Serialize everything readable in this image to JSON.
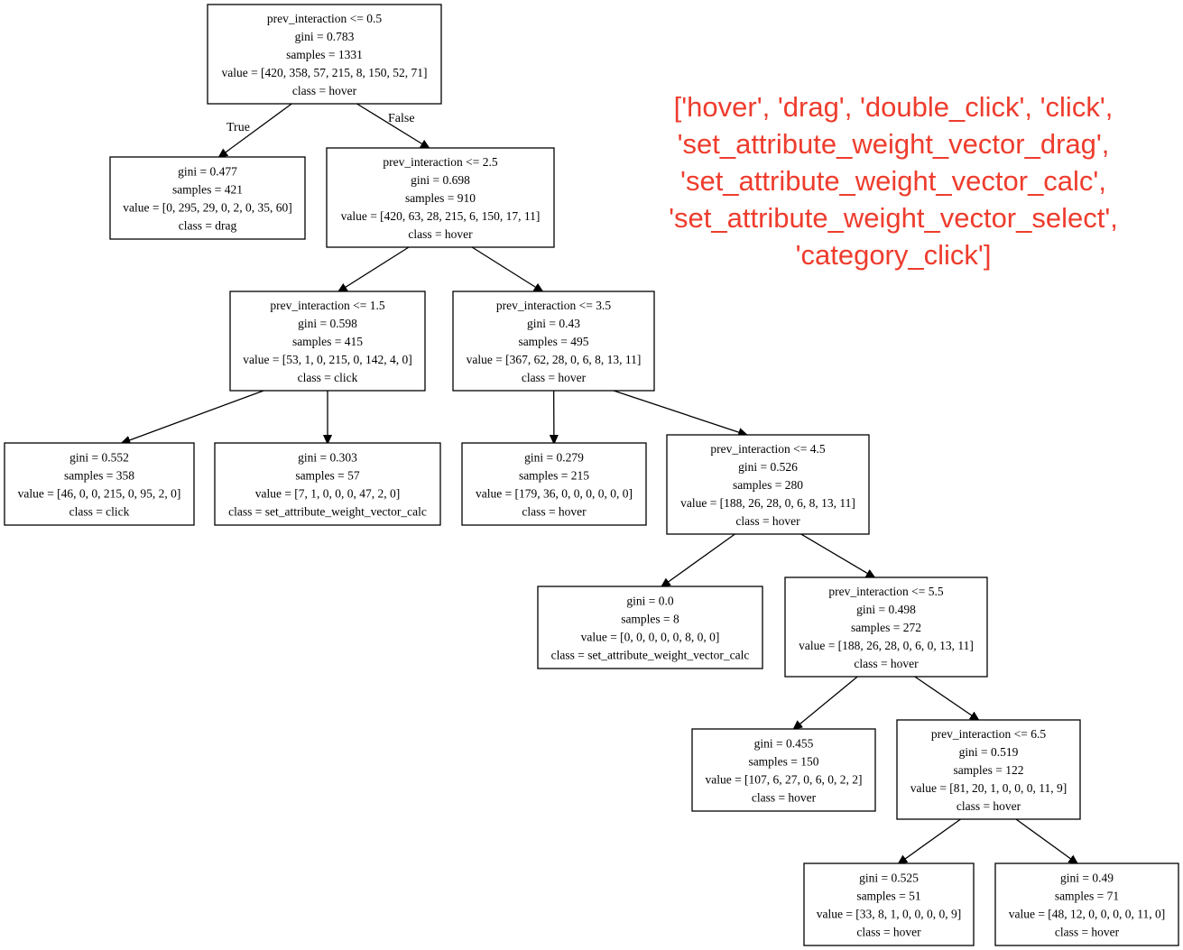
{
  "legend": {
    "color": "#ee3c2d",
    "lines": [
      "['hover', 'drag', 'double_click', 'click',",
      "'set_attribute_weight_vector_drag',",
      "'set_attribute_weight_vector_calc',",
      "'set_attribute_weight_vector_select',",
      "'category_click']"
    ]
  },
  "edge_labels": {
    "true_label": "True",
    "false_label": "False"
  },
  "tree": {
    "nodes": [
      {
        "id": "n0",
        "lines": [
          "prev_interaction <= 0.5",
          "gini = 0.783",
          "samples = 1331",
          "value = [420, 358, 57, 215, 8, 150, 52, 71]",
          "class = hover"
        ]
      },
      {
        "id": "n1",
        "lines": [
          "gini = 0.477",
          "samples = 421",
          "value = [0, 295, 29, 0, 2, 0, 35, 60]",
          "class = drag"
        ]
      },
      {
        "id": "n2",
        "lines": [
          "prev_interaction <= 2.5",
          "gini = 0.698",
          "samples = 910",
          "value = [420, 63, 28, 215, 6, 150, 17, 11]",
          "class = hover"
        ]
      },
      {
        "id": "n3",
        "lines": [
          "prev_interaction <= 1.5",
          "gini = 0.598",
          "samples = 415",
          "value = [53, 1, 0, 215, 0, 142, 4, 0]",
          "class = click"
        ]
      },
      {
        "id": "n4",
        "lines": [
          "prev_interaction <= 3.5",
          "gini = 0.43",
          "samples = 495",
          "value = [367, 62, 28, 0, 6, 8, 13, 11]",
          "class = hover"
        ]
      },
      {
        "id": "n5",
        "lines": [
          "gini = 0.552",
          "samples = 358",
          "value = [46, 0, 0, 215, 0, 95, 2, 0]",
          "class = click"
        ]
      },
      {
        "id": "n6",
        "lines": [
          "gini = 0.303",
          "samples = 57",
          "value = [7, 1, 0, 0, 0, 47, 2, 0]",
          "class = set_attribute_weight_vector_calc"
        ]
      },
      {
        "id": "n7",
        "lines": [
          "gini = 0.279",
          "samples = 215",
          "value = [179, 36, 0, 0, 0, 0, 0, 0]",
          "class = hover"
        ]
      },
      {
        "id": "n8",
        "lines": [
          "prev_interaction <= 4.5",
          "gini = 0.526",
          "samples = 280",
          "value = [188, 26, 28, 0, 6, 8, 13, 11]",
          "class = hover"
        ]
      },
      {
        "id": "n9",
        "lines": [
          "gini = 0.0",
          "samples = 8",
          "value = [0, 0, 0, 0, 0, 8, 0, 0]",
          "class = set_attribute_weight_vector_calc"
        ]
      },
      {
        "id": "n10",
        "lines": [
          "prev_interaction <= 5.5",
          "gini = 0.498",
          "samples = 272",
          "value = [188, 26, 28, 0, 6, 0, 13, 11]",
          "class = hover"
        ]
      },
      {
        "id": "n11",
        "lines": [
          "gini = 0.455",
          "samples = 150",
          "value = [107, 6, 27, 0, 6, 0, 2, 2]",
          "class = hover"
        ]
      },
      {
        "id": "n12",
        "lines": [
          "prev_interaction <= 6.5",
          "gini = 0.519",
          "samples = 122",
          "value = [81, 20, 1, 0, 0, 0, 11, 9]",
          "class = hover"
        ]
      },
      {
        "id": "n13",
        "lines": [
          "gini = 0.525",
          "samples = 51",
          "value = [33, 8, 1, 0, 0, 0, 0, 9]",
          "class = hover"
        ]
      },
      {
        "id": "n14",
        "lines": [
          "gini = 0.49",
          "samples = 71",
          "value = [48, 12, 0, 0, 0, 0, 11, 0]",
          "class = hover"
        ]
      }
    ],
    "edges": [
      {
        "from": "n0",
        "to": "n1"
      },
      {
        "from": "n0",
        "to": "n2"
      },
      {
        "from": "n2",
        "to": "n3"
      },
      {
        "from": "n2",
        "to": "n4"
      },
      {
        "from": "n3",
        "to": "n5"
      },
      {
        "from": "n3",
        "to": "n6"
      },
      {
        "from": "n4",
        "to": "n7"
      },
      {
        "from": "n4",
        "to": "n8"
      },
      {
        "from": "n8",
        "to": "n9"
      },
      {
        "from": "n8",
        "to": "n10"
      },
      {
        "from": "n10",
        "to": "n11"
      },
      {
        "from": "n10",
        "to": "n12"
      },
      {
        "from": "n12",
        "to": "n13"
      },
      {
        "from": "n12",
        "to": "n14"
      }
    ]
  }
}
